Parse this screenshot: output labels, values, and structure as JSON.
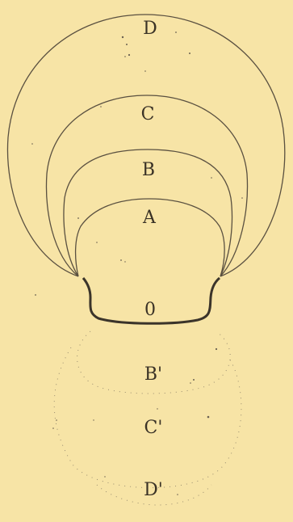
{
  "figure": {
    "upper_labels": [
      "D",
      "C",
      "B",
      "A",
      "0"
    ],
    "lower_labels": [
      "B'",
      "C'",
      "D'"
    ]
  },
  "colors": {
    "background": "#f7e4a6",
    "line": "#5a5040",
    "body_outline": "#3b342a",
    "text": "#3a3226"
  }
}
